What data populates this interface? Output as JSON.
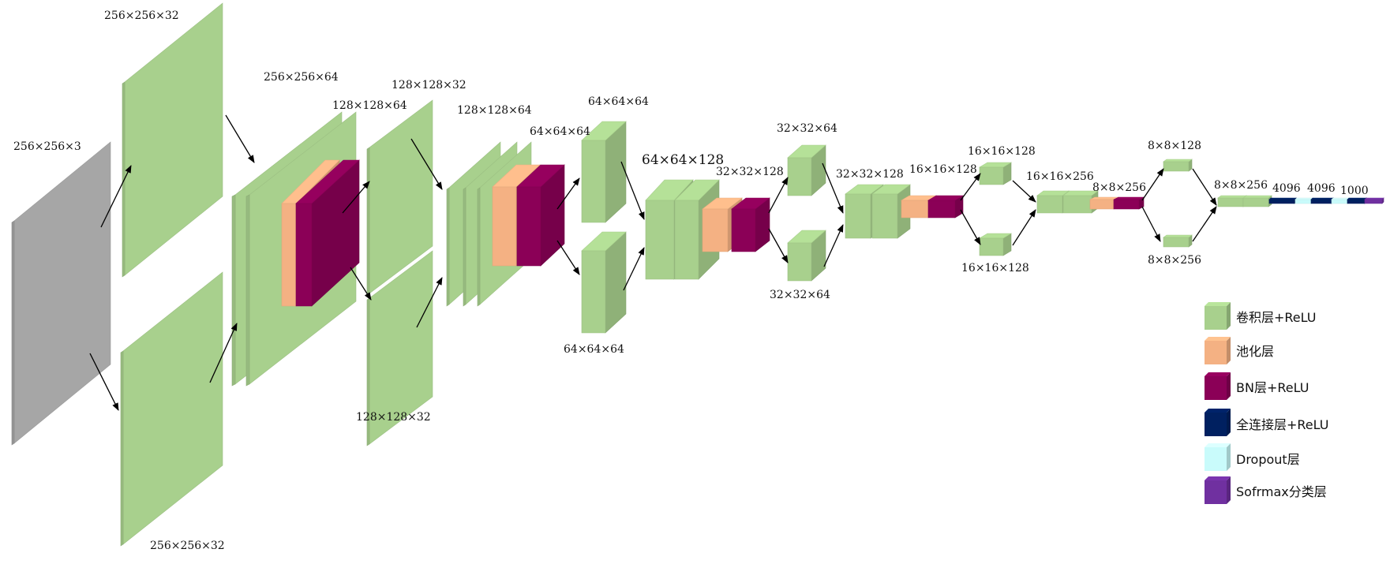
{
  "colors": {
    "conv": "#a8d08d",
    "pool": "#f4b183",
    "bn": "#8b0057",
    "fc": "#002060",
    "dropout": "#c9fbfb",
    "softmax": "#7030a0",
    "input": "#a6a6a6",
    "arrow": "#000000"
  },
  "labels": {
    "input": "256×256×3",
    "branch1_top": "256×256×32",
    "branch1_bottom": "256×256×32",
    "merge1": "256×256×64",
    "pool1": "128×128×64",
    "branch2_top": "128×128×32",
    "branch2_bottom": "128×128×32",
    "merge2": "128×128×64",
    "pool2": "64×64×64",
    "branch3_top": "64×64×64",
    "branch3_bottom": "64×64×64",
    "merge3": "64×64×128",
    "pool3": "32×32×128",
    "branch4_top": "32×32×64",
    "branch4_bottom": "32×32×64",
    "merge4": "32×32×128",
    "pool4": "16×16×128",
    "branch5_top": "16×16×128",
    "branch5_bottom": "16×16×128",
    "merge5": "16×16×256",
    "pool5": "8×8×256",
    "branch6_top": "8×8×128",
    "branch6_bottom": "8×8×256",
    "merge6": "8×8×256",
    "fc1": "4096",
    "fc2": "4096",
    "fc3": "1000"
  },
  "legend": [
    {
      "label": "卷积层+ReLU",
      "color_key": "conv"
    },
    {
      "label": "池化层",
      "color_key": "pool"
    },
    {
      "label": "BN层+ReLU",
      "color_key": "bn"
    },
    {
      "label": "全连接层+ReLU",
      "color_key": "fc"
    },
    {
      "label": "Dropout层",
      "color_key": "dropout"
    },
    {
      "label": "Sofrmax分类层",
      "color_key": "softmax"
    }
  ]
}
